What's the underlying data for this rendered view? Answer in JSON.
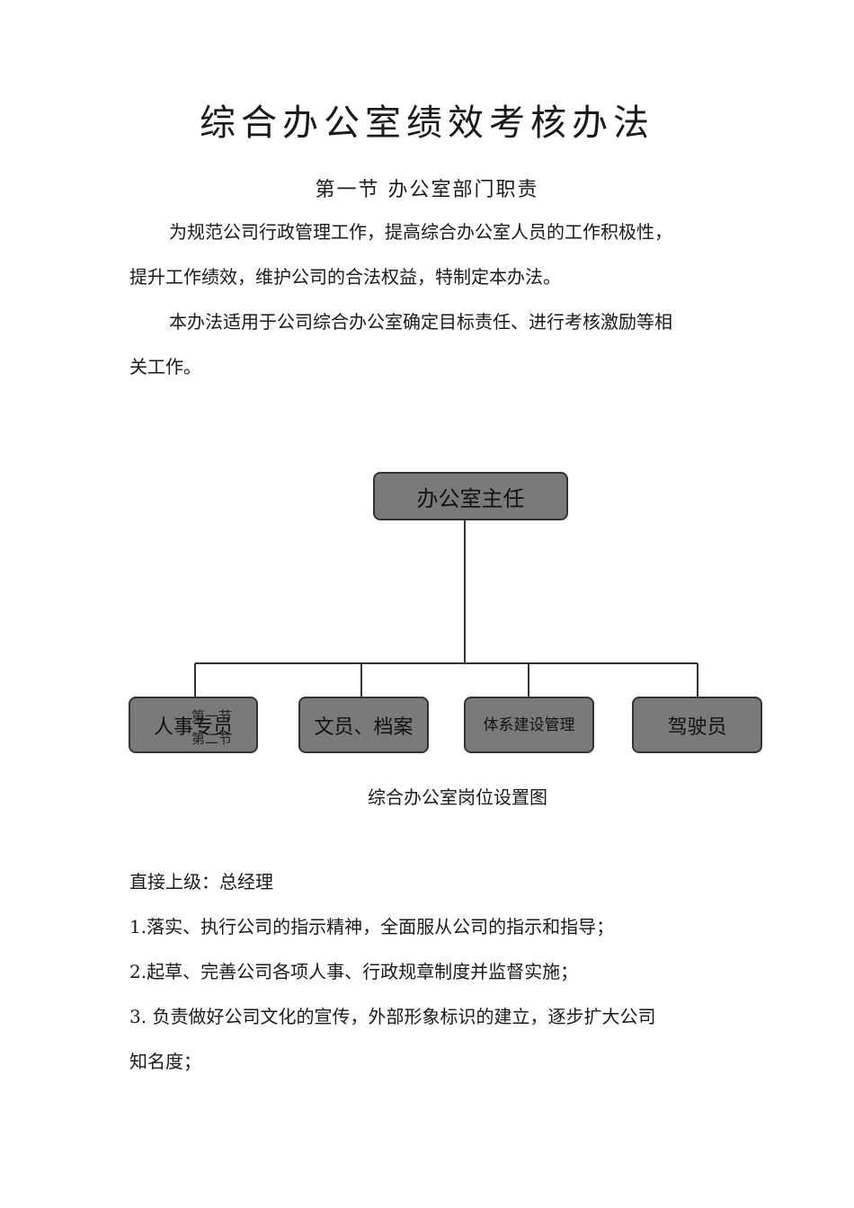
{
  "document": {
    "title": "综合办公室绩效考核办法",
    "section_title": "第一节  办公室部门职责",
    "intro": {
      "para1_line1": "为规范公司行政管理工作，提高综合办公室人员的工作积极性，",
      "para1_line2": "提升工作绩效，维护公司的合法权益，特制定本办法。",
      "para2_line1": "本办法适用于公司综合办公室确定目标责任、进行考核激励等相",
      "para2_line2": "关工作。"
    },
    "org_chart": {
      "top": "办公室主任",
      "positions": [
        "人事专员",
        "文员、档案",
        "体系建设管理",
        "驾驶员"
      ],
      "overlay_text_1": "第一节",
      "overlay_text_2": "第二节",
      "caption": "综合办公室岗位设置图"
    },
    "duties": {
      "superior": "直接上级：总经理",
      "item1": "1.落实、执行公司的指示精神，全面服从公司的指示和指导；",
      "item2": "2.起草、完善公司各项人事、行政规章制度并监督实施；",
      "item3_line1": "3. 负责做好公司文化的宣传，外部形象标识的建立，逐步扩大公司",
      "item3_line2": "知名度；"
    }
  }
}
